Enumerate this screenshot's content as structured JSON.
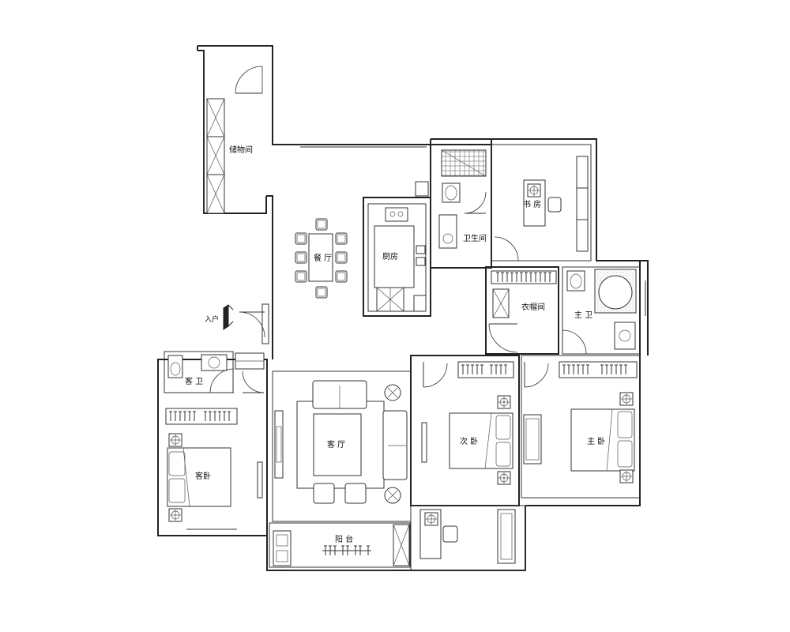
{
  "rooms": {
    "storage": "储物间",
    "dining": "餐 厅",
    "kitchen": "厨房",
    "bathroom": "卫生间",
    "study": "书 房",
    "closet": "衣帽间",
    "master_bath": "主 卫",
    "guest_bath": "客 卫",
    "living": "客 厅",
    "second_bed": "次 卧",
    "master_bed": "主 卧",
    "guest_bed": "客卧",
    "balcony": "阳 台"
  },
  "entrance": "入户"
}
